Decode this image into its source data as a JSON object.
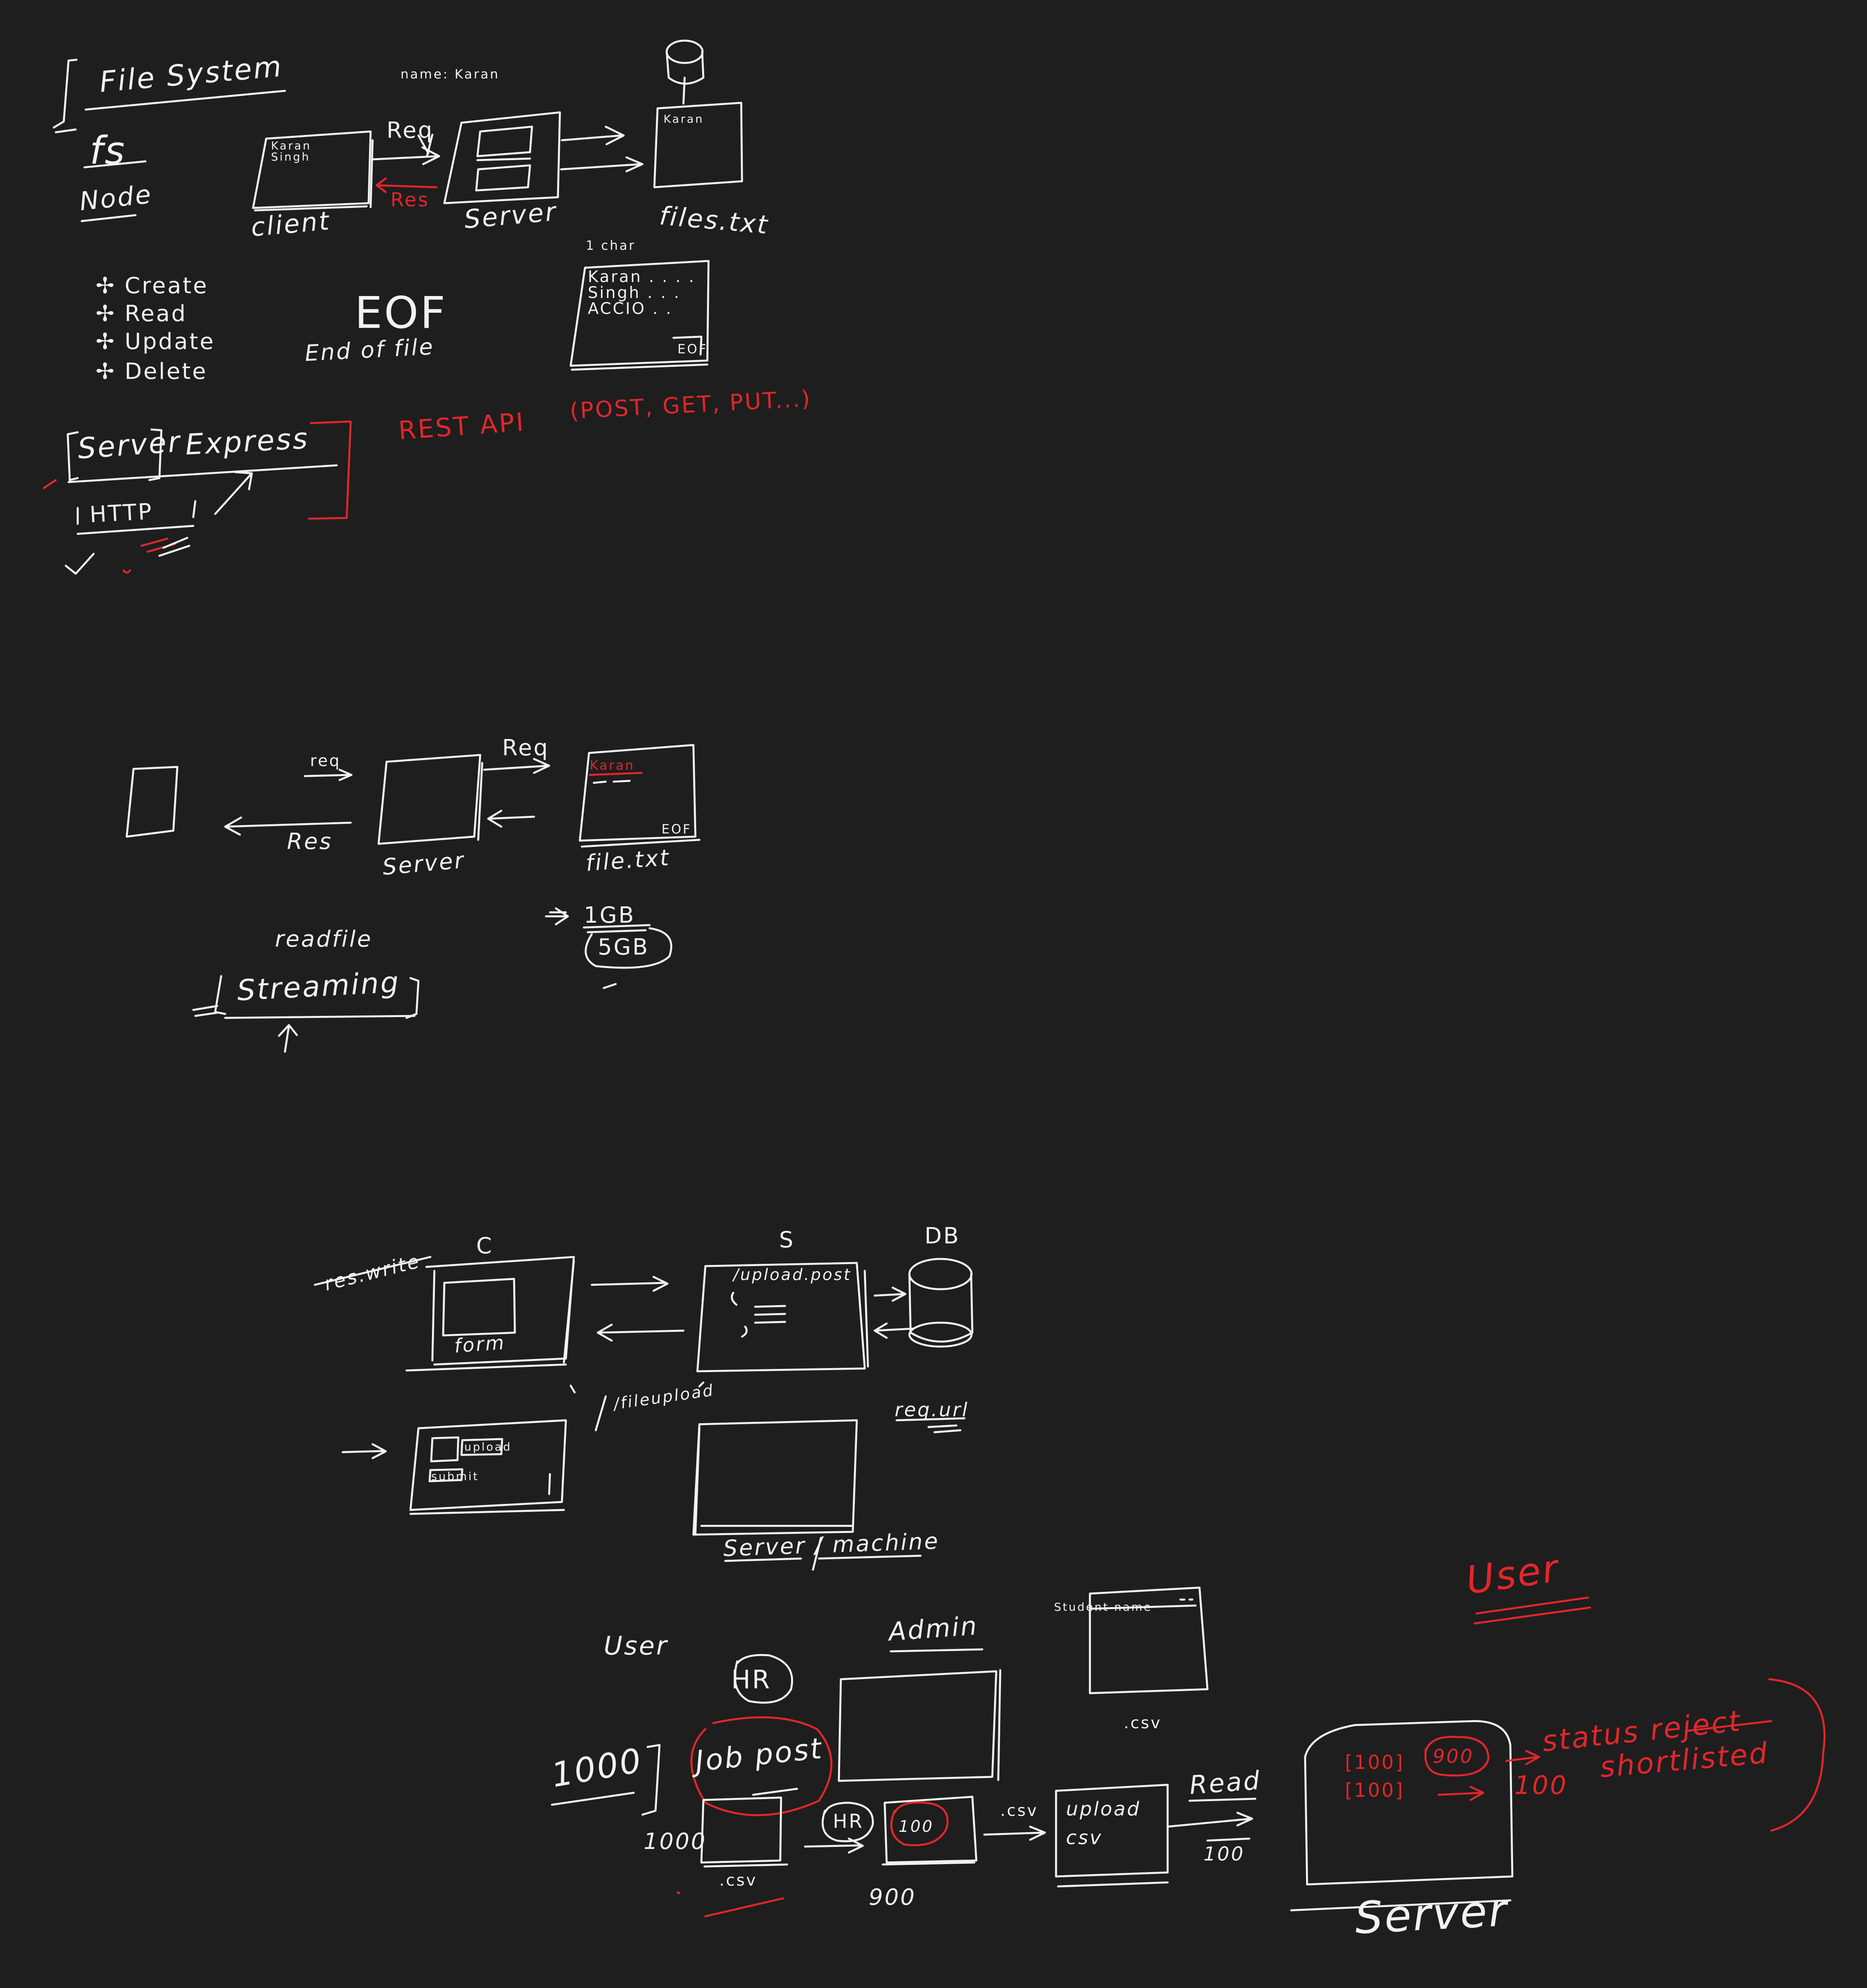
{
  "colors": {
    "background": "#1e1e1e",
    "ink": "#f2f2f2",
    "accent": "#e2262b"
  },
  "section_file_system": {
    "title": "File System",
    "fs_abbrev": "fs",
    "fs_module": "Node",
    "client_content": [
      "Karan",
      "Singh"
    ],
    "client_label": "client",
    "req_label": "Req",
    "res_label": "Res",
    "server_label": "Server",
    "name_field": "name: Karan",
    "file_content": "Karan",
    "file_label": "files.txt",
    "char_label": "1 char",
    "file_lines": [
      "Karan . . . .",
      "Singh . . .",
      "ACCIO . ."
    ],
    "eof_marker": "EOF",
    "crud": [
      "Create",
      "Read",
      "Update",
      "Delete"
    ],
    "eof_title": "EOF",
    "eof_subtitle": "End of file"
  },
  "section_express": {
    "server_tag": "Server",
    "framework": "Express",
    "protocol": "HTTP",
    "rest_api": "REST API",
    "methods": "(POST, GET, PUT...)"
  },
  "section_streaming": {
    "req_top": "req",
    "req_label": "Req",
    "res_label": "Res",
    "server_label": "Server",
    "file_content": "Karan",
    "eof_marker": "EOF",
    "file_label": "file.txt",
    "readfile": "readfile",
    "streaming": "Streaming",
    "size_small": "1GB",
    "size_large": "5GB"
  },
  "section_upload": {
    "site_label": "res.write",
    "client_label": "C",
    "form_label": "form",
    "server_label": "S",
    "route": "/upload.post",
    "db_label": "DB",
    "file_upload": "/fileupload",
    "upload_btn": "upload",
    "submit_btn": "submit",
    "req_url": "req.url",
    "machine_label": "Server / machine"
  },
  "section_hr": {
    "user_label": "User",
    "hr_label": "HR",
    "admin_label": "Admin",
    "sheet_header": "Student name",
    "csv_label": ".csv",
    "count_1000": "1000",
    "job_post": "Job post",
    "count_1000_b": "1000",
    "csv_b": ".csv",
    "hr_b": "HR",
    "count_100": "100",
    "count_900": "900",
    "csv_c": ".csv",
    "upload_csv": "upload csv",
    "read_label": "Read",
    "read_count": "100",
    "user_red": "User",
    "server_big": "Server",
    "rows_a": "[100]",
    "rows_b": "[100]",
    "rows_900": "900",
    "status_text": "status reject",
    "count_100_b": "100",
    "shortlist_text": "shortlisted"
  }
}
